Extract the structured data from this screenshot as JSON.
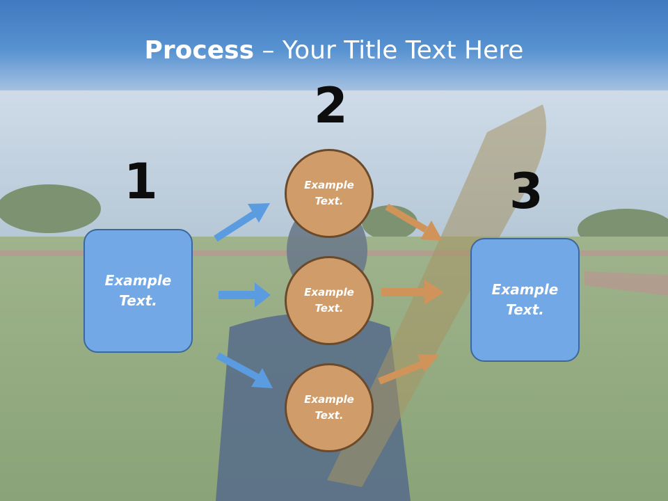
{
  "title": {
    "bold": "Process",
    "rest": " – Your Title Text Here"
  },
  "steps": {
    "one": "1",
    "two": "2",
    "three": "3"
  },
  "left_box": "Example Text.",
  "right_box": "Example Text.",
  "circles": [
    "Example Text.",
    "Example Text.",
    "Example Text."
  ],
  "colors": {
    "box_fill": "#73a8e6",
    "circle_fill": "#d09c6a",
    "arrow_blue": "#5b9be0",
    "arrow_orange": "#d0935a",
    "title_bar": "#4a85c8"
  }
}
